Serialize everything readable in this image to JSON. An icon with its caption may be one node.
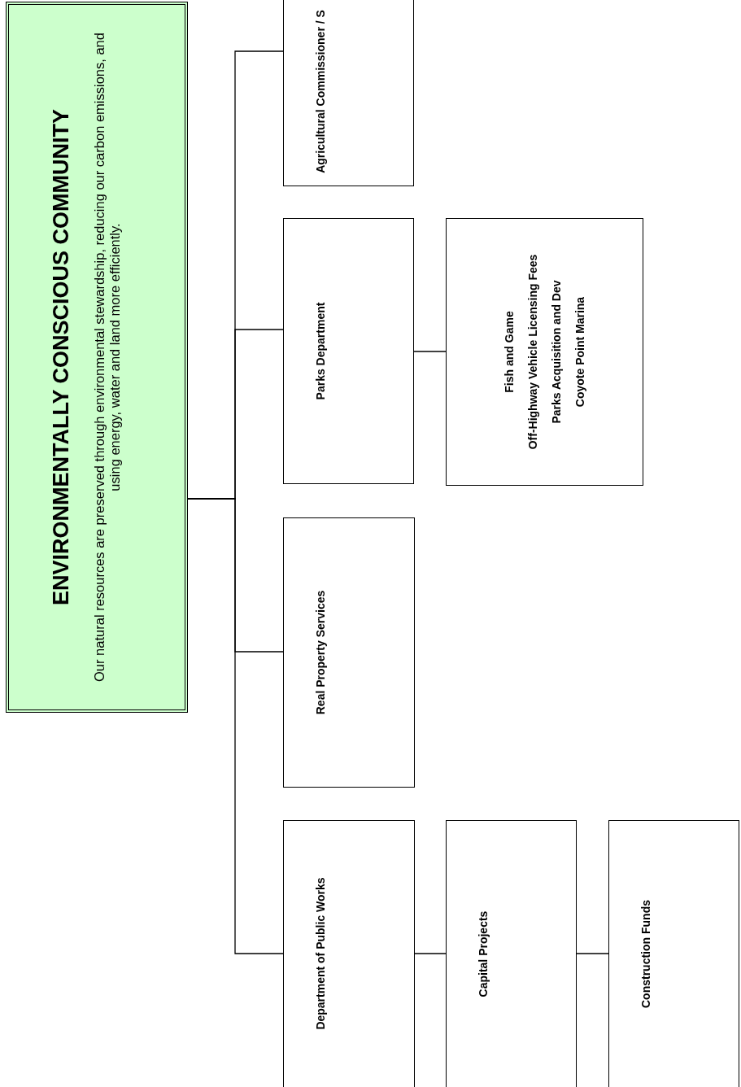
{
  "diagram": {
    "nodes": [
      {
        "text": [
          "ENVIRONMENTALLY CONSCIOUS COMMUNITY",
          "Our natural resources are preserved through environmental stewardship, reducing our carbon emissions, and using energy, water and land more efficiently."
        ]
      },
      {
        "text": [
          "Agricultural Commissioner / S"
        ]
      },
      {
        "text": [
          "Parks Department"
        ]
      },
      {
        "text": [
          "Fish and Game",
          "Off-Highway Vehicle Licensing Fees",
          "Parks Acquisition and Dev",
          "Coyote Point Marina"
        ]
      },
      {
        "text": [
          "Real Property Services"
        ]
      },
      {
        "text": [
          "Department of Public Works"
        ]
      },
      {
        "text": [
          "Capital Projects"
        ]
      },
      {
        "text": [
          "Construction Funds"
        ]
      }
    ],
    "edges": [
      {
        "from": 0,
        "to": 1,
        "arrow": "none"
      },
      {
        "from": 0,
        "to": 2,
        "arrow": "none"
      },
      {
        "from": 0,
        "to": 4,
        "arrow": "none"
      },
      {
        "from": 0,
        "to": 5,
        "arrow": "none"
      },
      {
        "from": 2,
        "to": 3,
        "arrow": "none"
      },
      {
        "from": 5,
        "to": 6,
        "arrow": "none"
      },
      {
        "from": 6,
        "to": 7,
        "arrow": "none"
      }
    ]
  }
}
